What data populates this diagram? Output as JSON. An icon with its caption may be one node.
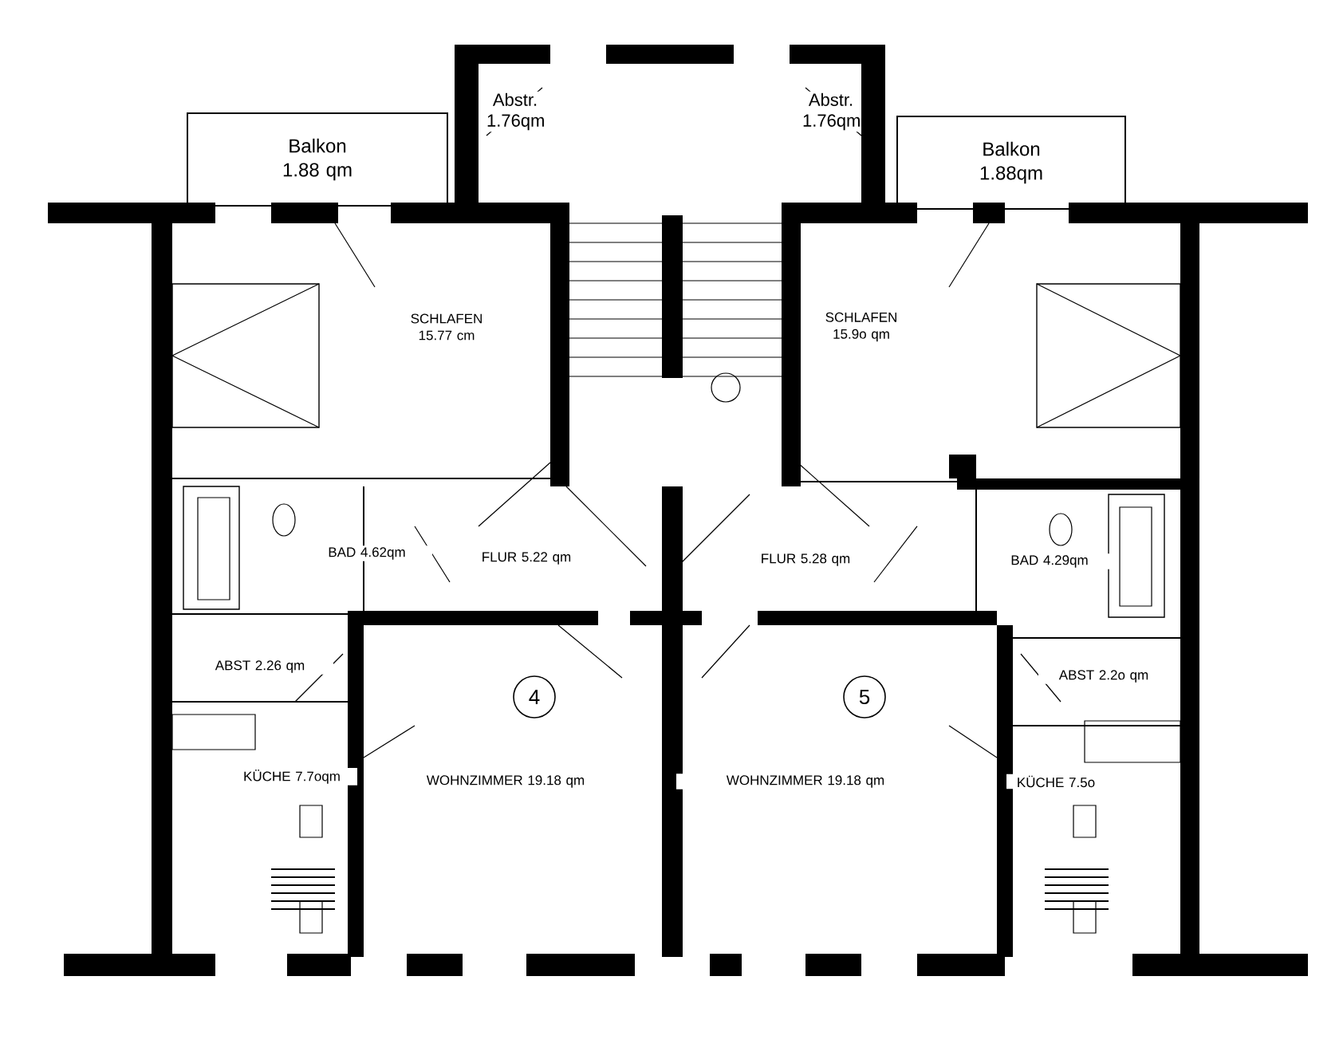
{
  "diagram": {
    "nodes": [
      {
        "text": [
          "Balkon 1.88 qm"
        ]
      },
      {
        "text": [
          "Balkon 1.88qm"
        ]
      },
      {
        "text": [
          "4"
        ]
      },
      {
        "text": [
          "5"
        ]
      }
    ],
    "labels": [
      "Abstr. 1.76qm",
      "Abstr. 1.76qm",
      "SCHLAFEN 15.77 cm",
      "SCHLAFEN 15.9o qm",
      "BAD 4.62qm",
      "FLUR 5.22 qm",
      "FLUR 5.28 qm",
      "BAD 4.29qm",
      "ABST 2.26 qm",
      "ABST 2.2o qm",
      "KÜCHE 7.7oqm",
      "WOHNZIMMER 19.18 qm",
      "WOHNZIMMER 19.18 qm",
      "KÜCHE 7.5o"
    ]
  }
}
